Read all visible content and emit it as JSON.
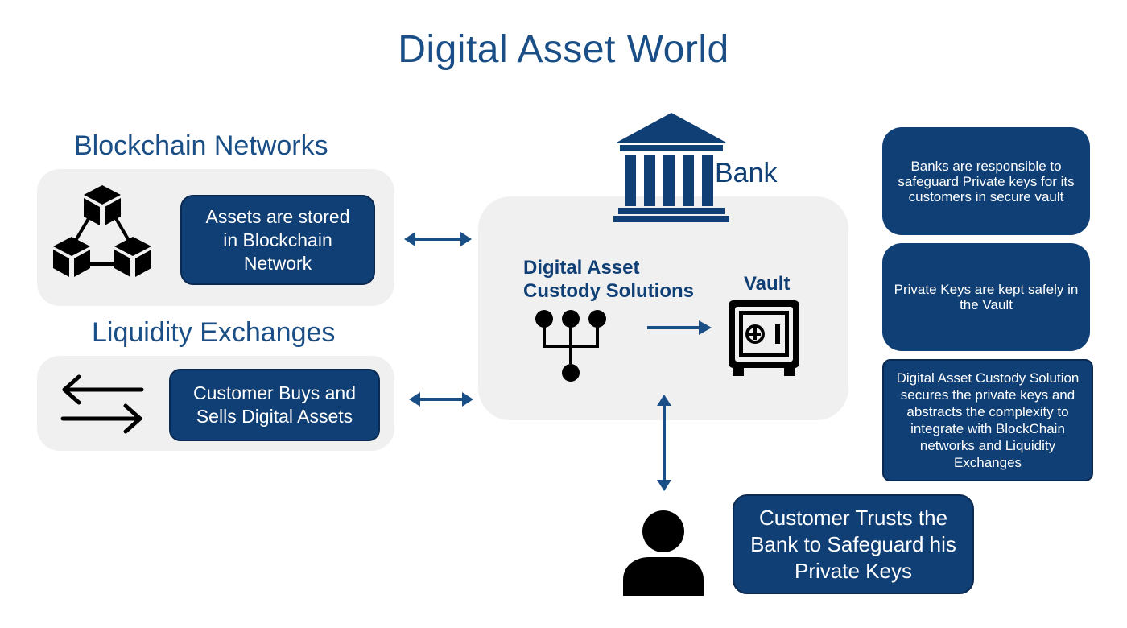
{
  "title": "Digital Asset World",
  "blockchain": {
    "heading": "Blockchain Networks",
    "box_text": "Assets are stored in Blockchain Network"
  },
  "liquidity": {
    "heading": "Liquidity Exchanges",
    "box_text": "Customer Buys and Sells Digital Assets"
  },
  "bank": {
    "label": "Bank",
    "custody_label": "Digital Asset Custody Solutions",
    "vault_label": "Vault"
  },
  "customer": {
    "box_text": "Customer Trusts the Bank to Safeguard his Private Keys"
  },
  "notes": [
    "Banks are responsible to safeguard Private keys for its customers in secure vault",
    "Private Keys are kept safely in the Vault",
    "Digital Asset Custody Solution secures the private keys and abstracts the complexity to integrate with BlockChain networks and Liquidity Exchanges"
  ],
  "colors": {
    "primary": "#1a4e86",
    "box": "#0f3f74",
    "panel": "#f0f0f0"
  },
  "icons": [
    "blockchain-cubes-icon",
    "exchange-arrows-icon",
    "bank-building-icon",
    "custody-tree-icon",
    "vault-safe-icon",
    "customer-person-icon"
  ]
}
